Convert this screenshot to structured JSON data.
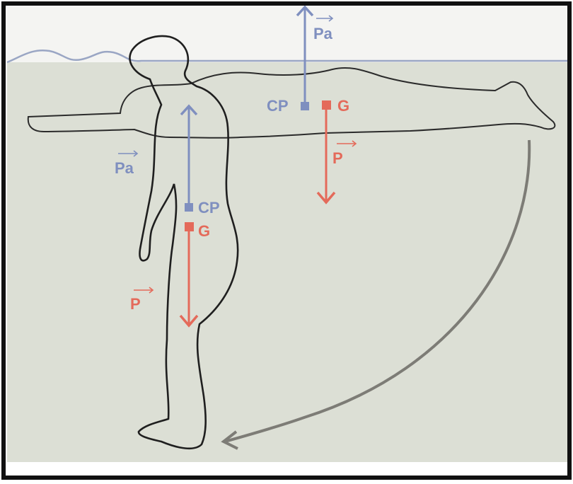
{
  "colors": {
    "water": "#dcdfd5",
    "air": "#f4f4f2",
    "surface_line": "#9aa6c4",
    "body_outline": "#222222",
    "buoyancy": "#7f8fbf",
    "weight": "#e46a5a",
    "rotation_arrow": "#7d7c76",
    "frame": "#111111"
  },
  "labels": {
    "buoyancy_vector_horizontal": "Pa",
    "center_of_pressure_horizontal": "CP",
    "center_of_gravity_horizontal": "G",
    "weight_vector_horizontal": "P",
    "buoyancy_vector_vertical": "Pa",
    "center_of_pressure_vertical": "CP",
    "center_of_gravity_vertical": "G",
    "weight_vector_vertical": "P"
  }
}
